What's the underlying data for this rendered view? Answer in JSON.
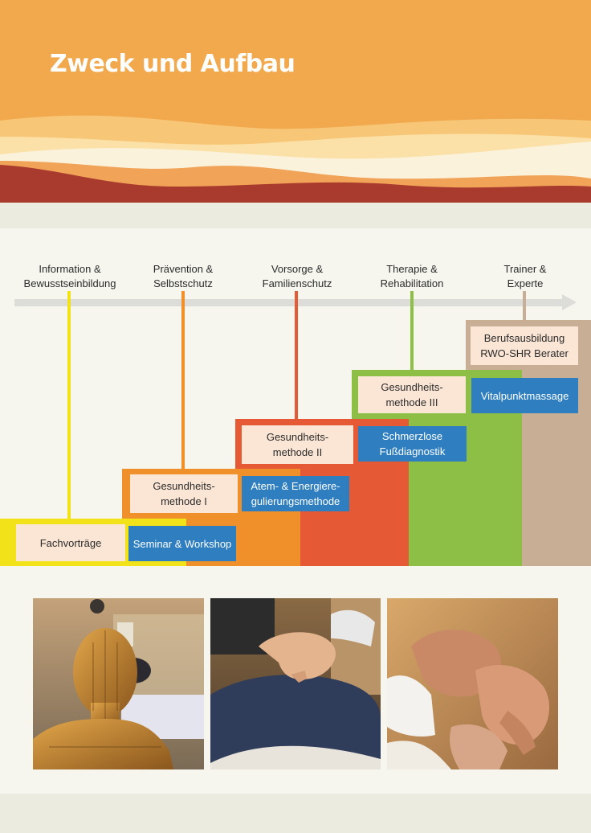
{
  "header": {
    "title": "Zweck und Aufbau"
  },
  "stages": [
    {
      "label_line1": "Information &",
      "label_line2": "Bewusstseinbildung",
      "color": "#f2e21a"
    },
    {
      "label_line1": "Prävention &",
      "label_line2": "Selbstschutz",
      "color": "#f0902a"
    },
    {
      "label_line1": "Vorsorge &",
      "label_line2": "Familienschutz",
      "color": "#e55a35"
    },
    {
      "label_line1": "Therapie &",
      "label_line2": "Rehabilitation",
      "color": "#8dbf46"
    },
    {
      "label_line1": "Trainer &",
      "label_line2": "Experte",
      "color": "#c9ae96"
    }
  ],
  "courses": {
    "fachvortraege": "Fachvorträge",
    "seminar": "Seminar & Workshop",
    "gm1_line1": "Gesundheits-",
    "gm1_line2": "methode I",
    "atem_line1": "Atem- & Energiere-",
    "atem_line2": "gulierungsmethode",
    "gm2_line1": "Gesundheits-",
    "gm2_line2": "methode II",
    "fuss_line1": "Schmerzlose",
    "fuss_line2": "Fußdiagnostik",
    "gm3_line1": "Gesundheits-",
    "gm3_line2": "methode III",
    "vital": "Vitalpunktmassage",
    "beruf_line1": "Berufsausbildung",
    "beruf_line2": "RWO-SHR Berater"
  },
  "colors": {
    "blue_box": "#2f7fc0",
    "light_box": "#fbe6d5",
    "header_orange": "#f2a84c",
    "header_red": "#a83a2e"
  },
  "photos": [
    {
      "icon": "acupuncture-figure-photo"
    },
    {
      "icon": "back-massage-photo"
    },
    {
      "icon": "foot-reflexology-photo"
    }
  ]
}
